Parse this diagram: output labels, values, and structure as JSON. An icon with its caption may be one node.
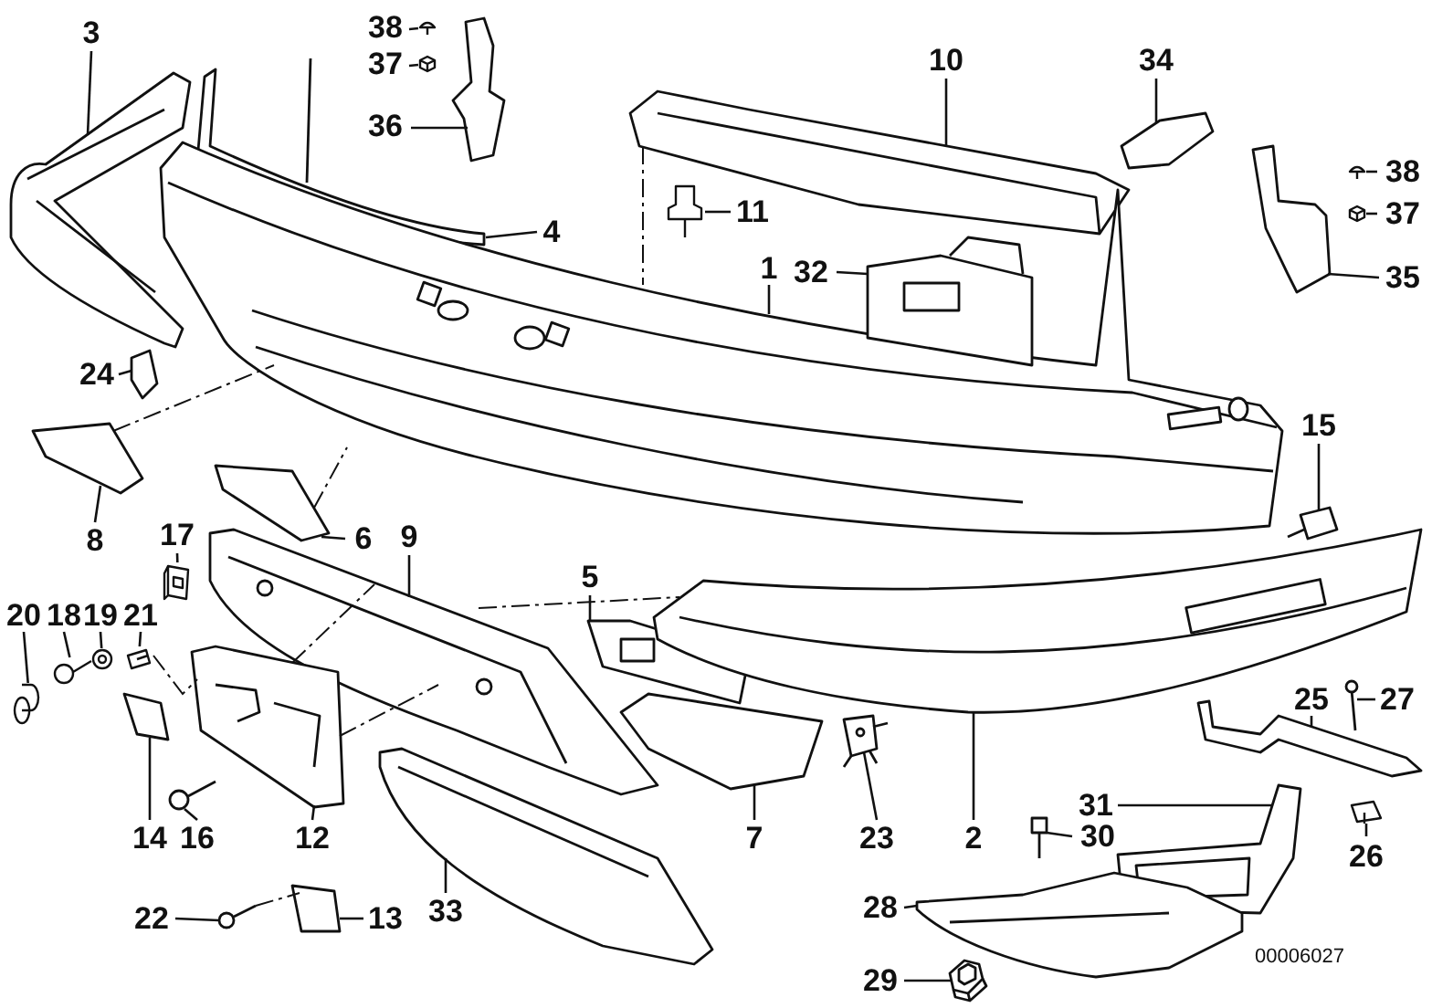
{
  "diagram": {
    "nodes": [
      {
        "text": [
          "3"
        ]
      },
      {
        "text": [
          "38"
        ]
      },
      {
        "text": [
          "37"
        ]
      },
      {
        "text": [
          "36"
        ]
      },
      {
        "text": [
          "10"
        ]
      },
      {
        "text": [
          "34"
        ]
      },
      {
        "text": [
          "4"
        ]
      },
      {
        "text": [
          "11"
        ]
      },
      {
        "text": [
          "38"
        ]
      },
      {
        "text": [
          "37"
        ]
      },
      {
        "text": [
          "35"
        ]
      },
      {
        "text": [
          "1"
        ]
      },
      {
        "text": [
          "32"
        ]
      },
      {
        "text": [
          "24"
        ]
      },
      {
        "text": [
          "8"
        ]
      },
      {
        "text": [
          "6"
        ]
      },
      {
        "text": [
          "9"
        ]
      },
      {
        "text": [
          "15"
        ]
      },
      {
        "text": [
          "17"
        ]
      },
      {
        "text": [
          "20"
        ]
      },
      {
        "text": [
          "18"
        ]
      },
      {
        "text": [
          "19"
        ]
      },
      {
        "text": [
          "21"
        ]
      },
      {
        "text": [
          "5"
        ]
      },
      {
        "text": [
          "25"
        ]
      },
      {
        "text": [
          "27"
        ]
      },
      {
        "text": [
          "14"
        ]
      },
      {
        "text": [
          "16"
        ]
      },
      {
        "text": [
          "12"
        ]
      },
      {
        "text": [
          "7"
        ]
      },
      {
        "text": [
          "23"
        ]
      },
      {
        "text": [
          "2"
        ]
      },
      {
        "text": [
          "31"
        ]
      },
      {
        "text": [
          "30"
        ]
      },
      {
        "text": [
          "26"
        ]
      },
      {
        "text": [
          "22"
        ]
      },
      {
        "text": [
          "13"
        ]
      },
      {
        "text": [
          "33"
        ]
      },
      {
        "text": [
          "28"
        ]
      },
      {
        "text": [
          "29"
        ]
      },
      {
        "text": [],
        "shape": "picture"
      },
      {
        "text": [],
        "shape": "picture"
      },
      {
        "text": [],
        "shape": "picture"
      },
      {
        "text": [],
        "shape": "picture"
      },
      {
        "text": [],
        "shape": "picture"
      },
      {
        "text": [],
        "shape": "picture"
      },
      {
        "text": [],
        "shape": "picture"
      },
      {
        "text": [],
        "shape": "picture"
      },
      {
        "text": [],
        "shape": "picture"
      },
      {
        "text": [],
        "shape": "picture"
      },
      {
        "text": [],
        "shape": "picture"
      },
      {
        "text": [],
        "shape": "picture"
      },
      {
        "text": [],
        "shape": "picture"
      },
      {
        "text": [],
        "shape": "picture"
      },
      {
        "text": [],
        "shape": "picture"
      },
      {
        "text": [],
        "shape": "picture"
      },
      {
        "text": [],
        "shape": "picture"
      },
      {
        "text": [],
        "shape": "picture"
      },
      {
        "text": [],
        "shape": "picture"
      },
      {
        "text": [],
        "shape": "picture"
      },
      {
        "text": [],
        "shape": "picture"
      },
      {
        "text": [],
        "shape": "picture"
      },
      {
        "text": [],
        "shape": "picture"
      },
      {
        "text": [],
        "shape": "picture"
      },
      {
        "text": [],
        "shape": "picture"
      },
      {
        "text": [],
        "shape": "picture"
      },
      {
        "text": [],
        "shape": "picture"
      },
      {
        "text": [],
        "shape": "picture"
      },
      {
        "text": [],
        "shape": "picture"
      },
      {
        "text": [],
        "shape": "picture"
      },
      {
        "text": [],
        "shape": "picture"
      },
      {
        "text": [],
        "shape": "picture"
      },
      {
        "text": [],
        "shape": "picture"
      },
      {
        "text": [],
        "shape": "picture"
      },
      {
        "text": [],
        "shape": "picture"
      },
      {
        "text": [],
        "shape": "picture"
      },
      {
        "text": [],
        "shape": "picture"
      },
      {
        "text": [],
        "shape": "picture"
      },
      {
        "text": [],
        "shape": "picture"
      },
      {
        "text": [],
        "shape": "picture"
      }
    ],
    "edges": [
      {
        "from": 0,
        "to": 51,
        "arrow": "none"
      },
      {
        "from": 1,
        "to": 40,
        "arrow": "none"
      },
      {
        "from": 2,
        "to": 41,
        "arrow": "none"
      },
      {
        "from": 3,
        "to": 52,
        "arrow": "none"
      },
      {
        "from": 4,
        "to": 53,
        "arrow": "none"
      },
      {
        "from": 5,
        "to": 54,
        "arrow": "none"
      },
      {
        "from": 6,
        "to": 55,
        "arrow": "none"
      },
      {
        "from": 7,
        "to": 44,
        "arrow": "none"
      },
      {
        "from": 8,
        "to": 42,
        "arrow": "none"
      },
      {
        "from": 9,
        "to": 43,
        "arrow": "none"
      },
      {
        "from": 10,
        "to": 56,
        "arrow": "none"
      },
      {
        "from": 11,
        "to": 57,
        "arrow": "none"
      },
      {
        "from": 12,
        "to": 58,
        "arrow": "none"
      },
      {
        "from": 13,
        "to": 59,
        "arrow": "none"
      },
      {
        "from": 14,
        "to": 60,
        "arrow": "none"
      },
      {
        "from": 15,
        "to": 61,
        "arrow": "none"
      },
      {
        "from": 16,
        "to": 62,
        "arrow": "none"
      },
      {
        "from": 17,
        "to": 63,
        "arrow": "none"
      },
      {
        "from": 18,
        "to": 45,
        "arrow": "none"
      },
      {
        "from": 19,
        "to": 46,
        "arrow": "none"
      },
      {
        "from": 20,
        "to": 47,
        "arrow": "none"
      },
      {
        "from": 21,
        "to": 48,
        "arrow": "none"
      },
      {
        "from": 22,
        "to": 49,
        "arrow": "none"
      },
      {
        "from": 23,
        "to": 64,
        "arrow": "none"
      },
      {
        "from": 24,
        "to": 65,
        "arrow": "none"
      },
      {
        "from": 25,
        "to": 66,
        "arrow": "none"
      },
      {
        "from": 26,
        "to": 67,
        "arrow": "none"
      },
      {
        "from": 27,
        "to": 68,
        "arrow": "none"
      },
      {
        "from": 28,
        "to": 69,
        "arrow": "none"
      },
      {
        "from": 29,
        "to": 70,
        "arrow": "none"
      },
      {
        "from": 30,
        "to": 71,
        "arrow": "none"
      },
      {
        "from": 31,
        "to": 72,
        "arrow": "none"
      },
      {
        "from": 32,
        "to": 73,
        "arrow": "none"
      },
      {
        "from": 33,
        "to": 74,
        "arrow": "none"
      },
      {
        "from": 34,
        "to": 50,
        "arrow": "none"
      },
      {
        "from": 35,
        "to": 75,
        "arrow": "none"
      },
      {
        "from": 36,
        "to": 76,
        "arrow": "none"
      },
      {
        "from": 37,
        "to": 77,
        "arrow": "none"
      },
      {
        "from": 38,
        "to": 78,
        "arrow": "none"
      },
      {
        "from": 39,
        "to": 79,
        "arrow": "none"
      },
      {
        "from": 53,
        "to": 57,
        "arrow": "none",
        "style": "dashed"
      },
      {
        "from": 60,
        "to": 57,
        "arrow": "none",
        "style": "dashed"
      },
      {
        "from": 61,
        "to": 57,
        "arrow": "none",
        "style": "dashed"
      },
      {
        "from": 62,
        "to": 72,
        "arrow": "none",
        "style": "dashed"
      },
      {
        "from": 49,
        "to": 69,
        "arrow": "none",
        "style": "dashed"
      },
      {
        "from": 69,
        "to": 62,
        "arrow": "none",
        "style": "dashed"
      },
      {
        "from": 69,
        "to": 62,
        "arrow": "none",
        "style": "dashed"
      },
      {
        "from": 75,
        "to": 76,
        "arrow": "none",
        "style": "dashed"
      }
    ],
    "labels": [
      "00006027"
    ]
  }
}
